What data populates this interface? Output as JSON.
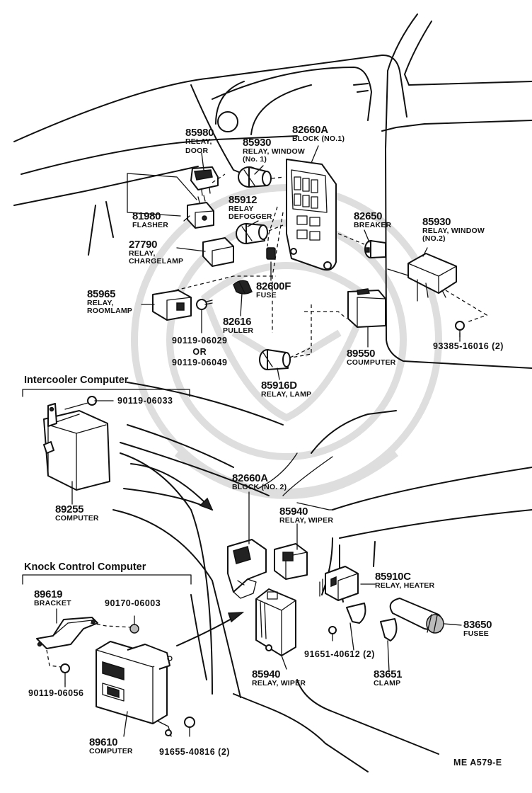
{
  "sections": {
    "intercooler": "Intercooler Computer",
    "knock": "Knock Control Computer"
  },
  "parts": {
    "p85980": {
      "num": "85980",
      "name1": "RELAY,",
      "name2": "DOOR"
    },
    "p85930a": {
      "num": "85930",
      "name1": "RELAY, WINDOW",
      "name2": "(No. 1)"
    },
    "p82660a_1": {
      "num": "82660A",
      "name1": "BLOCK (NO.1)"
    },
    "p85912": {
      "num": "85912",
      "name1": "RELAY",
      "name2": "DEFOGGER"
    },
    "p81980": {
      "num": "81980",
      "name1": "FLASHER"
    },
    "p27790": {
      "num": "27790",
      "name1": "RELAY,",
      "name2": "CHARGELAMP"
    },
    "p82650": {
      "num": "82650",
      "name1": "BREAKER"
    },
    "p85930b": {
      "num": "85930",
      "name1": "RELAY, WINDOW",
      "name2": "(NO.2)"
    },
    "p85965": {
      "num": "85965",
      "name1": "RELAY,",
      "name2": "ROOMLAMP"
    },
    "p82600f": {
      "num": "82600F",
      "name1": "FUSE"
    },
    "p82616": {
      "num": "82616",
      "name1": "PULLER"
    },
    "p90119a": {
      "num1": "90119-06029",
      "or": "OR",
      "num2": "90119-06049"
    },
    "p89550": {
      "num": "89550",
      "name1": "COUMPUTER"
    },
    "p93385": {
      "num": "93385-16016 (2)"
    },
    "p85916d": {
      "num": "85916D",
      "name1": "RELAY, LAMP"
    },
    "p90119b": {
      "num": "90119-06033"
    },
    "p89255": {
      "num": "89255",
      "name1": "COMPUTER"
    },
    "p82660a_2": {
      "num": "82660A",
      "name1": "BLOCK (NO. 2)"
    },
    "p85940a": {
      "num": "85940",
      "name1": "RELAY, WIPER"
    },
    "p85910c": {
      "num": "85910C",
      "name1": "RELAY, HEATER"
    },
    "p89619": {
      "num": "89619",
      "name1": "BRACKET"
    },
    "p90170": {
      "num": "90170-06003"
    },
    "p83650": {
      "num": "83650",
      "name1": "FUSEE"
    },
    "p91651": {
      "num": "91651-40612 (2)"
    },
    "p83651": {
      "num": "83651",
      "name1": "CLAMP"
    },
    "p90119c": {
      "num": "90119-06056"
    },
    "p85940b": {
      "num": "85940",
      "name1": "RELAY, WIPER"
    },
    "p89610": {
      "num": "89610",
      "name1": "COMPUTER"
    },
    "p91655": {
      "num": "91655-40816 (2)"
    }
  },
  "reference": "ME  A579-E"
}
